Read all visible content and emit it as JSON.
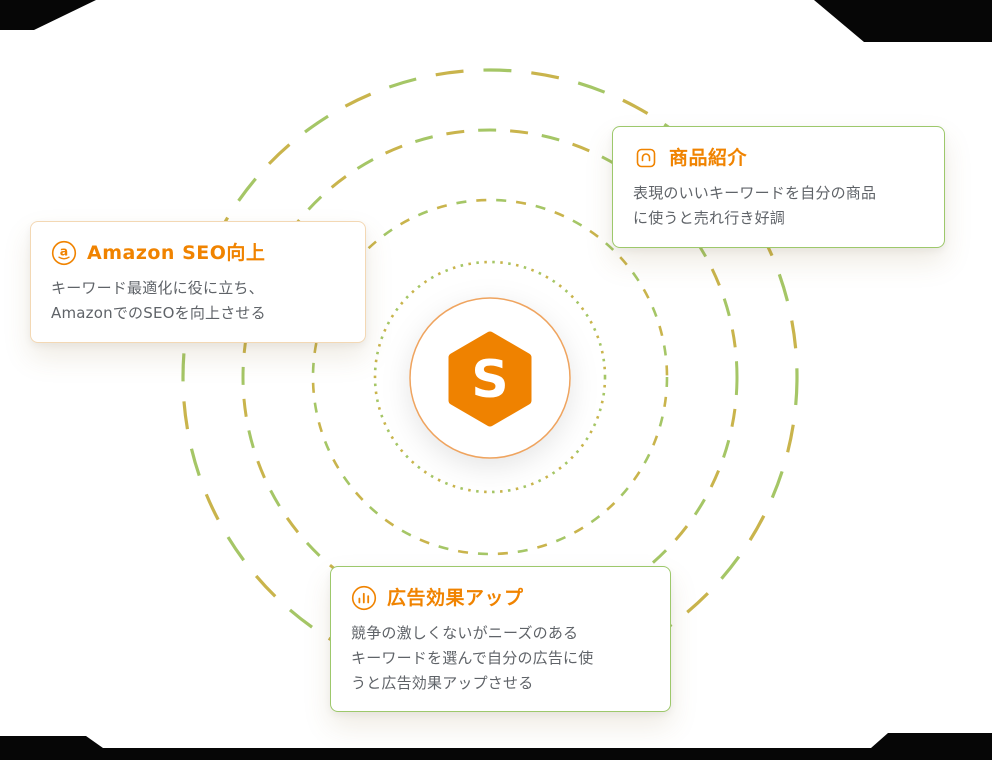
{
  "diagram": {
    "center_logo": {
      "letter": "S"
    },
    "cards": [
      {
        "icon": "amazon-circle-icon",
        "title": "Amazon SEO向上",
        "body": "キーワード最適化に役に立ち、\nAmazonでのSEOを向上させる"
      },
      {
        "icon": "shopping-bag-icon",
        "title": "商品紹介",
        "body": "表現のいいキーワードを自分の商品\nに使うと売れ行き好調"
      },
      {
        "icon": "bar-chart-icon",
        "title": "広告効果アップ",
        "body": "競争の激しくないがニーズのある\nキーワードを選んで自分の広告に使\nうと広告効果アップさせる"
      }
    ],
    "colors": {
      "accent_orange": "#F08300",
      "logo_orange": "#EF8200",
      "ring_green": "#A5C666",
      "ring_olive": "#C9B44C",
      "body_text": "#5F6368",
      "card_border_green": "#9DC86B",
      "card_border_orange": "#F3D8B4",
      "frame_black": "#060606"
    }
  }
}
